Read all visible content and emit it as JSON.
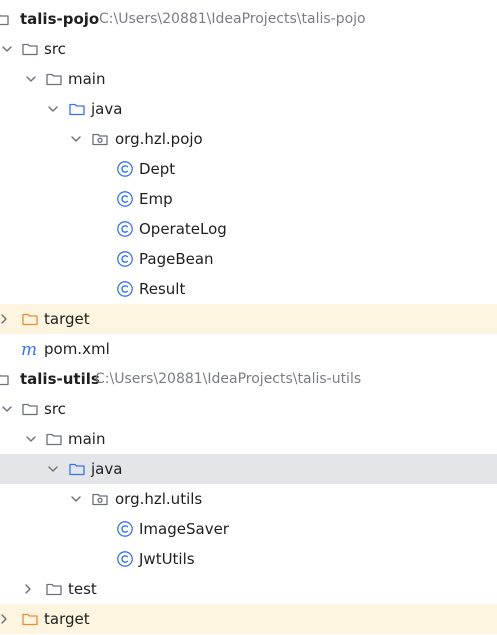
{
  "colors": {
    "folder": "#6c707e",
    "source_folder": "#3574f0",
    "excluded_folder": "#e88c3a",
    "class_icon": "#3574f0",
    "maven": "#3574f0",
    "excluded_row": "#fdf5df",
    "selected_row": "#e4e5e8",
    "path_text": "#7b7e85"
  },
  "tree": {
    "pojo_module": {
      "name": "talis-pojo",
      "path": "C:\\Users\\20881\\IdeaProjects\\talis-pojo"
    },
    "pojo_src": "src",
    "pojo_main": "main",
    "pojo_java": "java",
    "pojo_package": "org.hzl.pojo",
    "pojo_classes": [
      "Dept",
      "Emp",
      "OperateLog",
      "PageBean",
      "Result"
    ],
    "pojo_target": "target",
    "pojo_pom": "pom.xml",
    "utils_module": {
      "name": "talis-utils",
      "path": "C:\\Users\\20881\\IdeaProjects\\talis-utils"
    },
    "utils_src": "src",
    "utils_main": "main",
    "utils_java": "java",
    "utils_package": "org.hzl.utils",
    "utils_classes": [
      "ImageSaver",
      "JwtUtils"
    ],
    "utils_test": "test",
    "utils_target": "target"
  }
}
